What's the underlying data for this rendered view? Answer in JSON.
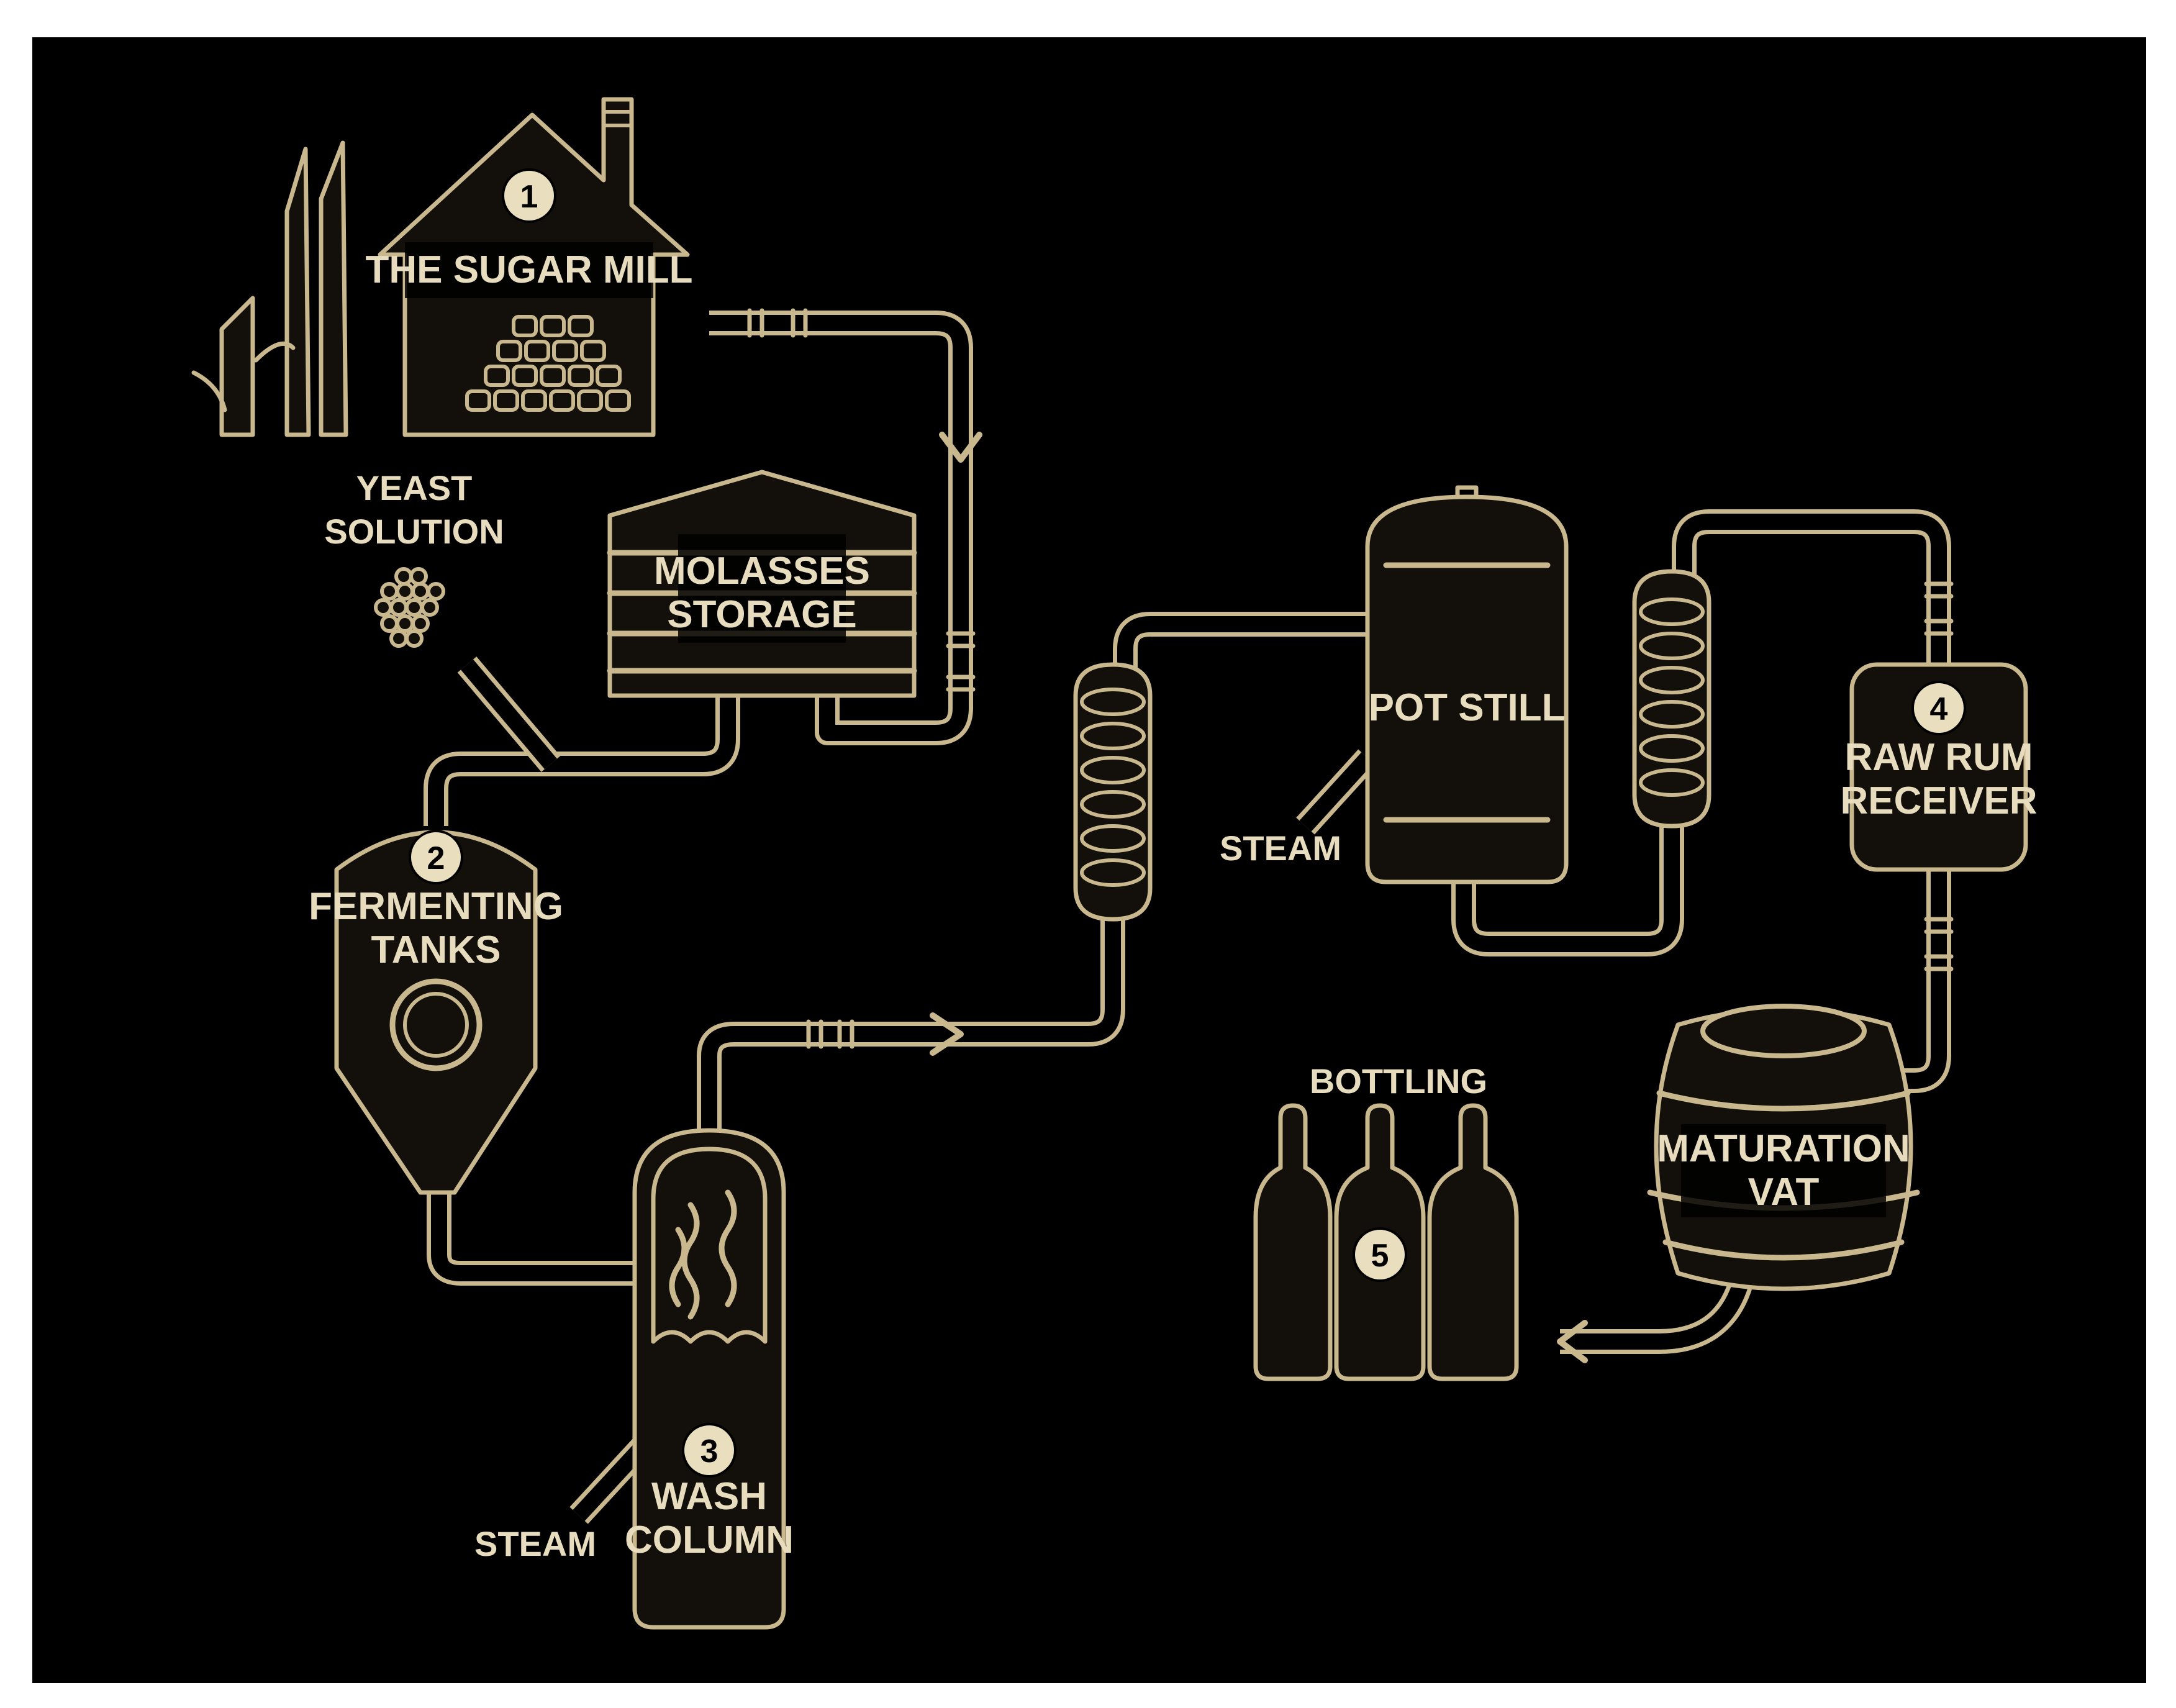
{
  "diagram": {
    "steps": [
      {
        "number": "1",
        "label": "THE SUGAR MILL"
      },
      {
        "number": "2",
        "label_line1": "FERMENTING",
        "label_line2": "TANKS"
      },
      {
        "number": "3",
        "label_line1": "WASH",
        "label_line2": "COLUMN"
      },
      {
        "number": "4",
        "label_line1": "RAW RUM",
        "label_line2": "RECEIVER"
      },
      {
        "number": "5",
        "label": "BOTTLING"
      }
    ],
    "yeast": {
      "line1": "YEAST",
      "line2": "SOLUTION"
    },
    "molasses": {
      "line1": "MOLASSES",
      "line2": "STORAGE"
    },
    "pot_still": "POT STILL",
    "steam_wash": "STEAM",
    "steam_pot": "STEAM",
    "maturation": {
      "line1": "MATURATION",
      "line2": "VAT"
    },
    "colors": {
      "background": "#000000",
      "line": "#c9b88e",
      "text": "#e7dcbd"
    }
  }
}
